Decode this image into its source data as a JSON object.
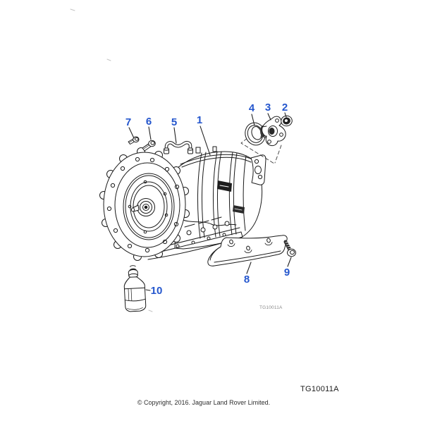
{
  "figure": {
    "code": "TG10011A",
    "inner_code": "TG10011A",
    "copyright": "© Copyright, 2016. Jaguar Land Rover Limited."
  },
  "callouts": [
    {
      "label": "1"
    },
    {
      "label": "2"
    },
    {
      "label": "3"
    },
    {
      "label": "4"
    },
    {
      "label": "5"
    },
    {
      "label": "6"
    },
    {
      "label": "7"
    },
    {
      "label": "8"
    },
    {
      "label": "9"
    },
    {
      "label": "10"
    }
  ],
  "colors": {
    "callout_blue": "#2456cd",
    "line_black": "#1a1a1a",
    "muted_gray": "#8a8a8a"
  }
}
